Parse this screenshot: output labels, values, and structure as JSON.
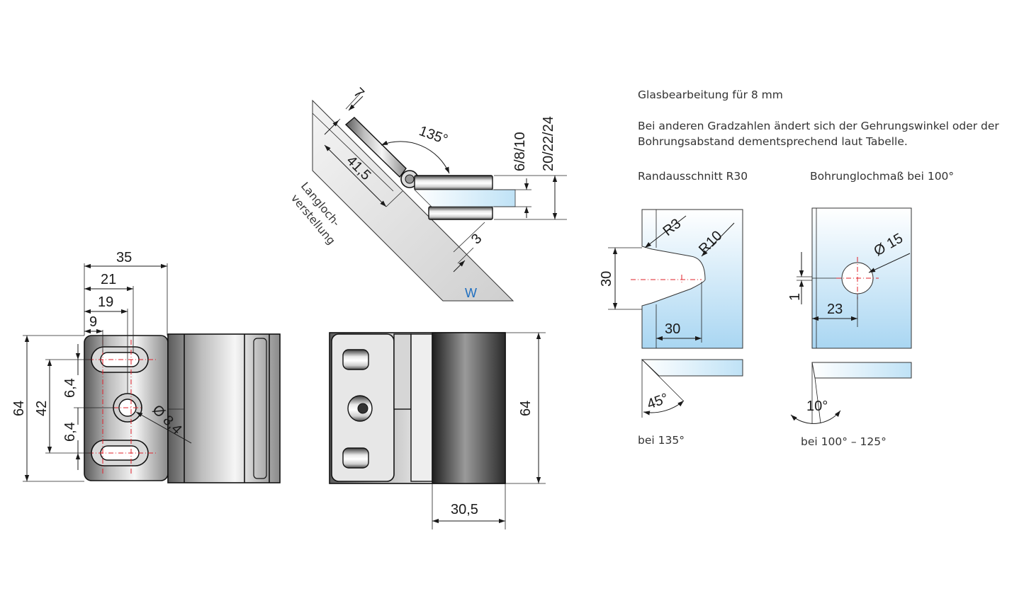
{
  "notes": {
    "glass_processing": "Glasbearbeitung für 8 mm",
    "line1": "Bei anderen Gradzahlen ändert sich der Gehrungswinkel oder der",
    "line2": "Bohrungsabstand dementsprechend laut Tabelle."
  },
  "top_view": {
    "angle": "135°",
    "dim_7": "7",
    "dim_41_5": "41,5",
    "dim_3": "3",
    "thickness_small": "6/8/10",
    "thickness_large": "20/22/24",
    "slot_label_1": "Langloch-",
    "slot_label_2": "verstellung",
    "wall_label": "W",
    "colors": {
      "wall_label": "#1f6fc0"
    }
  },
  "front_view": {
    "dim_35": "35",
    "dim_21": "21",
    "dim_19": "19",
    "dim_9": "9",
    "dim_64": "64",
    "dim_42": "42",
    "dim_6_4_top": "6,4",
    "dim_6_4_bottom": "6,4",
    "hole": "Ø 8,4"
  },
  "back_view": {
    "dim_64": "64",
    "dim_30_5": "30,5"
  },
  "cutout": {
    "title": "Randausschnitt R30",
    "r3": "R3",
    "r10": "R10",
    "dim_30_v": "30",
    "dim_30_h": "30",
    "angle": "45°",
    "caption": "bei 135°"
  },
  "bore": {
    "title": "Bohrunglochmaß bei 100°",
    "dia": "Ø 15",
    "dim_1": "1",
    "dim_23": "23",
    "angle": "10°",
    "caption": "bei 100° – 125°"
  }
}
